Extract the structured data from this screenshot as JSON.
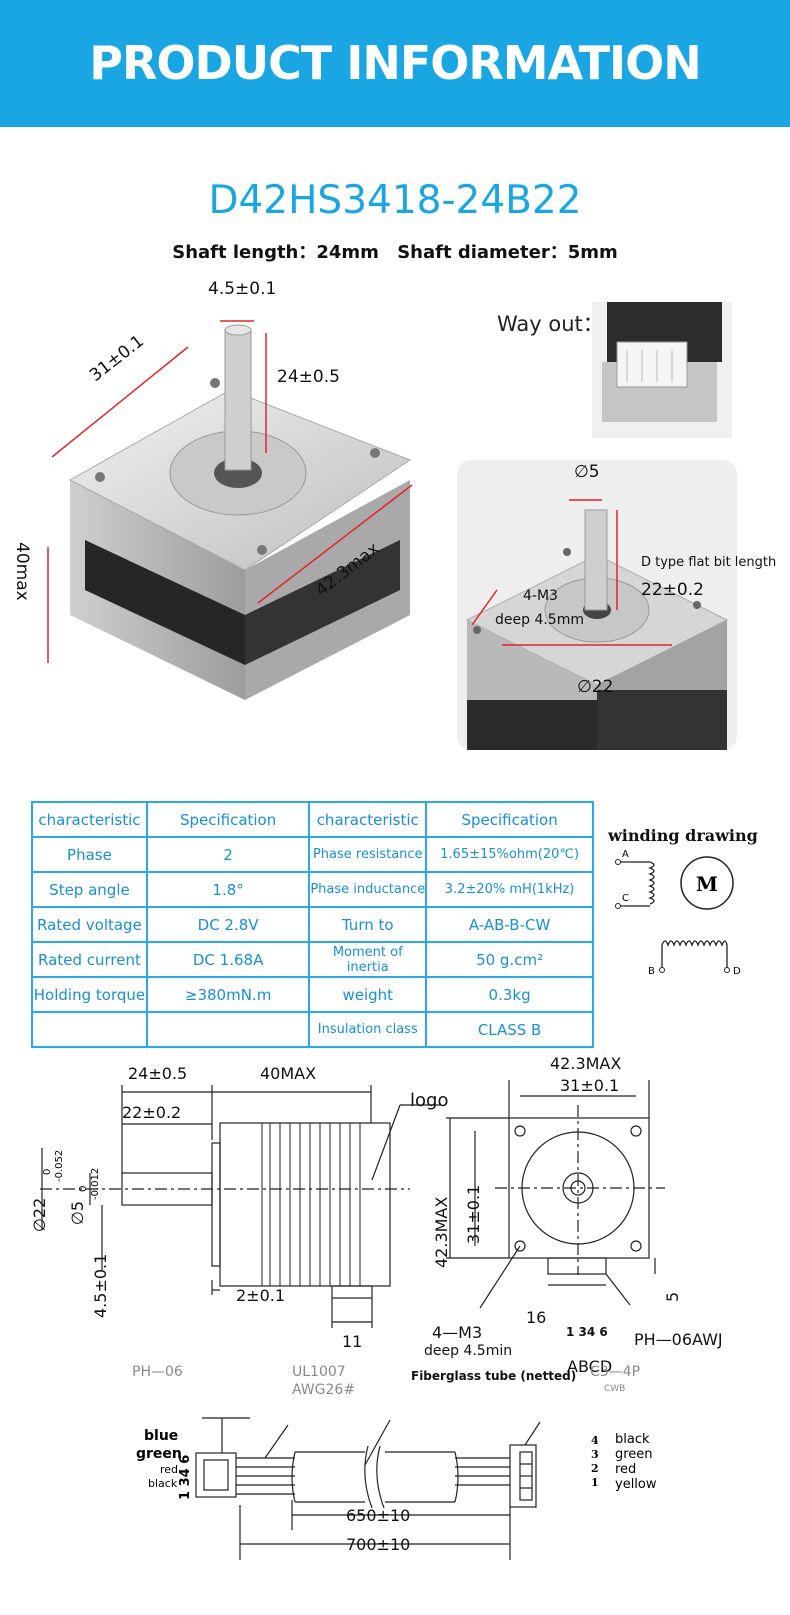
{
  "header": {
    "title": "PRODUCT INFORMATION"
  },
  "product": {
    "model": "D42HS3418-24B22",
    "shaft_length": "Shaft length：24mm",
    "shaft_diameter": "Shaft diameter：5mm"
  },
  "photo_dims": {
    "shaft_width": "4.5±0.1",
    "shaft_height": "24±0.5",
    "face_width": "31±0.1",
    "body_diag": "42.3max",
    "body_height": "40max"
  },
  "way_out": {
    "label": "Way out："
  },
  "detail_dims": {
    "shaft_dia": "∅5",
    "flat_label": "D type flat bit length",
    "flat_value": "22±0.2",
    "thread_a": "4-M3",
    "thread_b": "deep 4.5mm",
    "boss_dia": "∅22"
  },
  "spec_table": {
    "rows": [
      [
        "characteristic",
        "Specification",
        "characteristic",
        "Specification"
      ],
      [
        "Phase",
        "2",
        "Phase resistance",
        "1.65±15%ohm(20℃)"
      ],
      [
        "Step angle",
        "1.8°",
        "Phase inductance",
        "3.2±20% mH(1kHz)"
      ],
      [
        "Rated voltage",
        "DC 2.8V",
        "Turn to",
        "A-AB-B-CW"
      ],
      [
        "Rated current",
        "DC 1.68A",
        "Moment of inertia",
        "50 g.cm²"
      ],
      [
        "Holding torque",
        "≥380mN.m",
        "weight",
        "0.3kg"
      ],
      [
        "",
        "",
        "Insulation class",
        "CLASS B"
      ]
    ]
  },
  "winding": {
    "title": "winding drawing",
    "motor": "M",
    "a": "A",
    "c": "C",
    "b": "B",
    "d": "D"
  },
  "drawing": {
    "d24": "24±0.5",
    "d40": "40MAX",
    "logo": "logo",
    "d22": "22±0.2",
    "phi22": "∅22",
    "phi22_tol_up": "0",
    "phi22_tol_dn": "-0.052",
    "phi5": "∅5",
    "phi5_tol_up": "0",
    "phi5_tol_dn": "-0.012",
    "d45": "4.5±0.1",
    "d2": "2±0.1",
    "d11": "11",
    "front_423": "42.3MAX",
    "front_31": "31±0.1",
    "front_423v": "42.3MAX",
    "front_31v": "31±0.1",
    "d5": "5",
    "d16": "16",
    "m3": "4—M3",
    "deep": "deep 4.5min",
    "pins": "1 34 6",
    "conn": "PH—06AWJ",
    "abcd": "ABCD"
  },
  "cable": {
    "ph06": "PH—06",
    "ul": "UL1007",
    "awg": "AWG26#",
    "tube": "Fiberglass tube (netted)",
    "c34p": "C3—4P",
    "cwb": "CWB",
    "left_labels": [
      "blue",
      "green",
      "red",
      "black"
    ],
    "left_pins": "1 34 6",
    "right_labels": [
      "black",
      "green",
      "red",
      "yellow"
    ],
    "right_pins": [
      "4",
      "3",
      "2",
      "1"
    ],
    "len650": "650±10",
    "len700": "700±10"
  }
}
